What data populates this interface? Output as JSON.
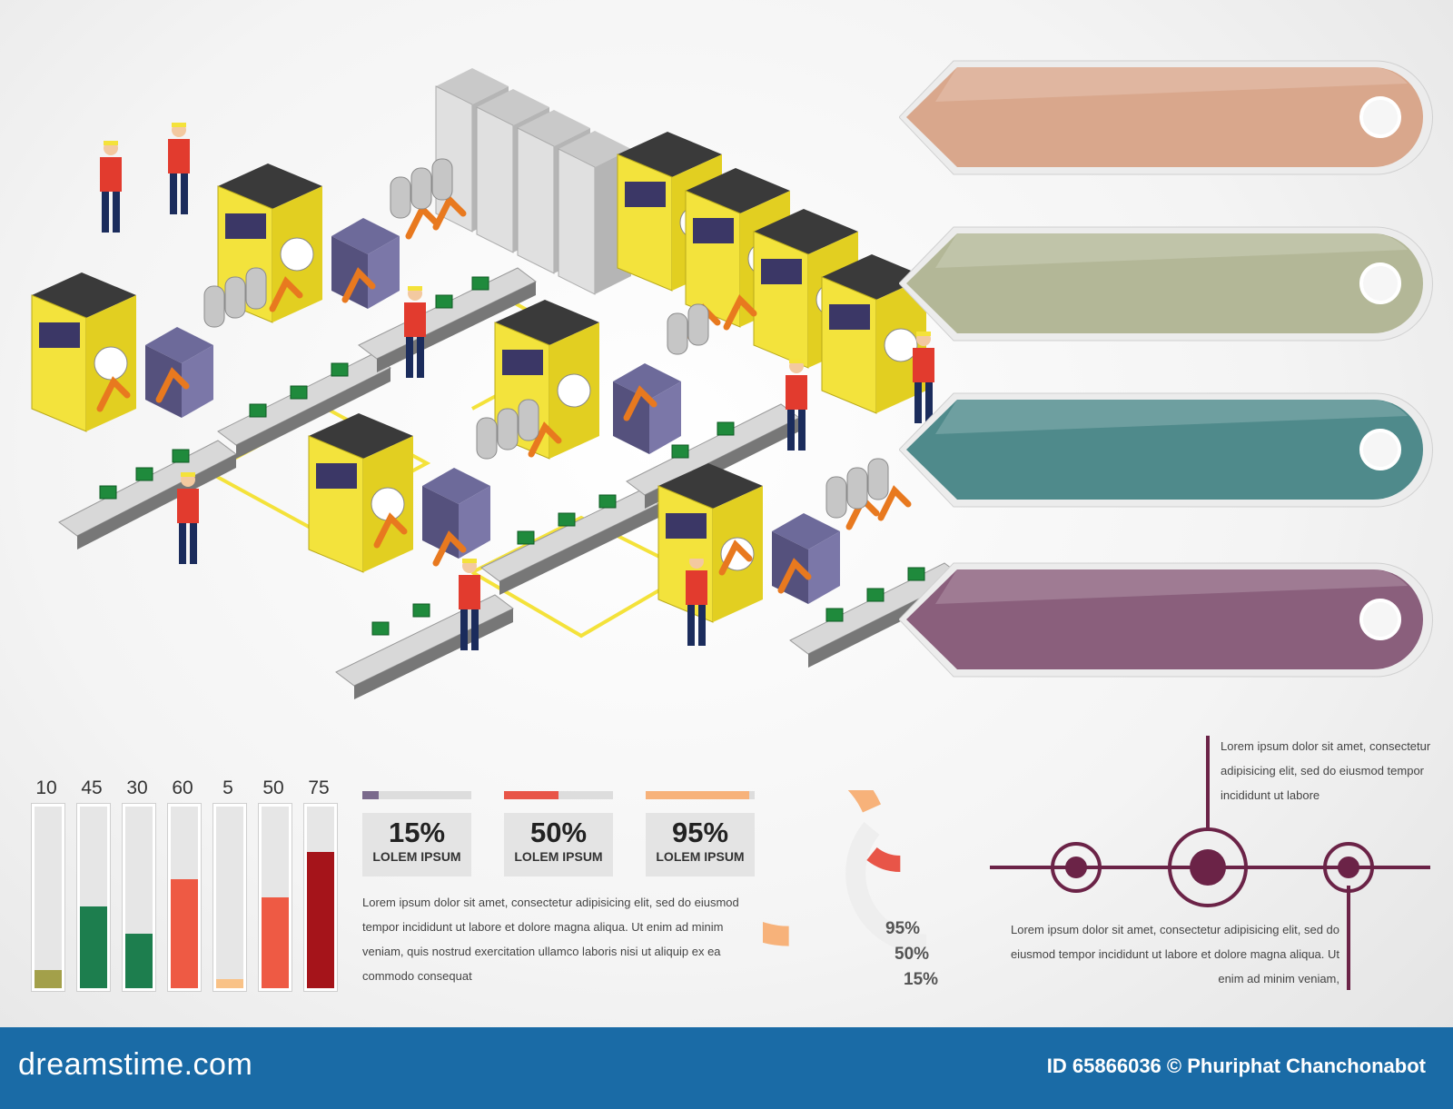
{
  "banners": [
    {
      "color": "#d9a78c"
    },
    {
      "color": "#b3b797"
    },
    {
      "color": "#4f8a8b"
    },
    {
      "color": "#8a5f7c"
    }
  ],
  "vertical_bars": [
    {
      "label": "10",
      "value": 10,
      "color": "#a3a04a"
    },
    {
      "label": "45",
      "value": 45,
      "color": "#1d7e4e"
    },
    {
      "label": "30",
      "value": 30,
      "color": "#1d7e4e"
    },
    {
      "label": "60",
      "value": 60,
      "color": "#ee5a44"
    },
    {
      "label": "5",
      "value": 5,
      "color": "#f9c287"
    },
    {
      "label": "50",
      "value": 50,
      "color": "#ee5a44"
    },
    {
      "label": "75",
      "value": 75,
      "color": "#a5141a"
    }
  ],
  "stats": [
    {
      "pct": "15%",
      "label": "LOLEM IPSUM",
      "fill": 15,
      "color": "#7a6a8c"
    },
    {
      "pct": "50%",
      "label": "LOLEM IPSUM",
      "fill": 50,
      "color": "#e85548"
    },
    {
      "pct": "95%",
      "label": "LOLEM IPSUM",
      "fill": 95,
      "color": "#f7b27a"
    }
  ],
  "text": {
    "lorem_mid": "Lorem ipsum dolor sit amet, consectetur adipisicing elit, sed do eiusmod tempor incididunt ut labore et dolore magna aliqua. Ut enim ad minim veniam, quis nostrud exercitation ullamco laboris nisi ut aliquip ex ea commodo consequat",
    "lorem_top": "Lorem ipsum dolor sit amet, consectetur adipisicing elit, sed do eiusmod tempor incididunt ut labore",
    "lorem_bottom": "Lorem ipsum dolor sit amet, consectetur adipisicing elit, sed do eiusmod tempor incididunt ut labore et dolore magna aliqua. Ut enim ad minim veniam,"
  },
  "rings": [
    {
      "label": "95%",
      "value": 95,
      "color": "#f7b27a"
    },
    {
      "label": "50%",
      "value": 50,
      "color": "#eeeeee"
    },
    {
      "label": "15%",
      "value": 15,
      "color": "#e85548"
    }
  ],
  "timeline_color": "#6b2347",
  "footer": {
    "brand": "dreamstime.com",
    "credit": "ID 65866036 © Phuriphat Chanchonabot"
  }
}
